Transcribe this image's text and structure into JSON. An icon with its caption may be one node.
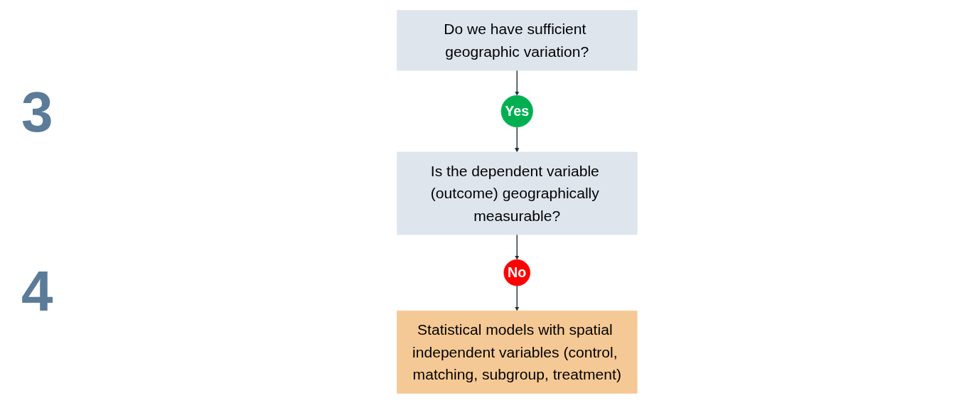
{
  "diagram": {
    "nodes": [
      {
        "text": [
          "Do we have sufficient geographic variation?"
        ]
      },
      {
        "text": [
          "Yes"
        ]
      },
      {
        "text": [
          "Is the dependent variable (outcome) geographically measurable?"
        ]
      },
      {
        "text": [
          "No"
        ]
      },
      {
        "text": [
          "Statistical models with spatial independent variables (control, matching, subgroup, treatment)"
        ]
      }
    ],
    "edges": [
      {
        "from": 0,
        "to": 1,
        "arrow": "to"
      },
      {
        "from": 1,
        "to": 2,
        "arrow": "to"
      },
      {
        "from": 2,
        "to": 3,
        "arrow": "to"
      },
      {
        "from": 3,
        "to": 4,
        "arrow": "to"
      }
    ],
    "labels": [
      "3",
      "4"
    ]
  }
}
